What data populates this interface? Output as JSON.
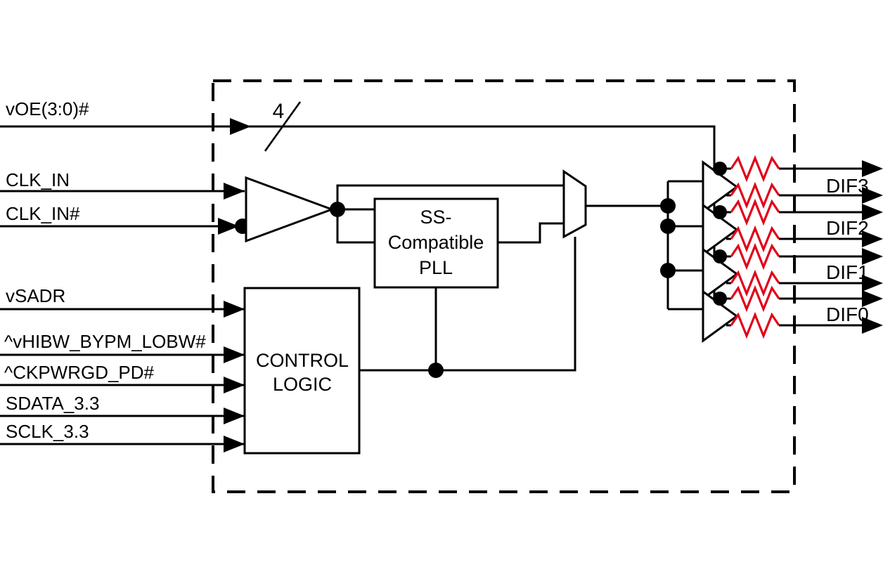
{
  "diagram": {
    "title": "Clock buffer block diagram",
    "device_boundary": {
      "style": "dashed",
      "label": ""
    },
    "colors": {
      "wire": "#000000",
      "resistor": "#e00018",
      "background": "#ffffff",
      "block_fill": "#ffffff"
    },
    "inputs": [
      {
        "name": "input-voe",
        "label": "vOE(3:0)#",
        "bus_width": "4"
      },
      {
        "name": "input-clk-in",
        "label": "CLK_IN",
        "bus_width": ""
      },
      {
        "name": "input-clk-in-n",
        "label": "CLK_IN#",
        "bus_width": ""
      },
      {
        "name": "input-vsadr",
        "label": "vSADR",
        "bus_width": ""
      },
      {
        "name": "input-hibw",
        "label": "^vHIBW_BYPM_LOBW#",
        "bus_width": ""
      },
      {
        "name": "input-ckpwrgd",
        "label": "^CKPWRGD_PD#",
        "bus_width": ""
      },
      {
        "name": "input-sdata",
        "label": "SDATA_3.3",
        "bus_width": ""
      },
      {
        "name": "input-sclk",
        "label": "SCLK_3.3",
        "bus_width": ""
      }
    ],
    "blocks": [
      {
        "name": "pll-block",
        "line1": "SS-",
        "line2": "Compatible",
        "line3": "PLL"
      },
      {
        "name": "control-logic-block",
        "line1": "CONTROL",
        "line2": "LOGIC",
        "line3": ""
      }
    ],
    "bus_marker": {
      "label": "4"
    },
    "outputs": [
      {
        "name": "output-dif3",
        "label": "DIF3"
      },
      {
        "name": "output-dif2",
        "label": "DIF2"
      },
      {
        "name": "output-dif1",
        "label": "DIF1"
      },
      {
        "name": "output-dif0",
        "label": "DIF0"
      }
    ],
    "components": {
      "input_buffer": "differential-input-buffer",
      "mux": "clock-select-mux",
      "output_buffers": 4,
      "series_resistors": 8
    }
  }
}
